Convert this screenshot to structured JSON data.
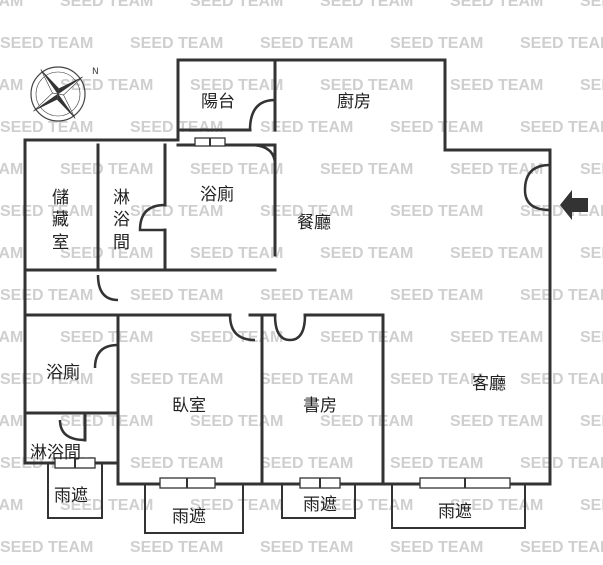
{
  "watermark": "SEED TEAM",
  "compass": {
    "north_label": "N",
    "icon": "compass-rose-icon"
  },
  "entrance": {
    "icon": "entrance-arrow-icon",
    "color": "#333333"
  },
  "rooms": {
    "balcony_top": "陽台",
    "kitchen": "廚房",
    "storage": [
      "儲",
      "藏",
      "室"
    ],
    "shower_top": [
      "淋",
      "浴",
      "間"
    ],
    "bathroom_top": "浴廁",
    "dining": "餐廳",
    "bathroom_bottom": "浴廁",
    "shower_bottom": "淋浴間",
    "bedroom": "臥室",
    "study": "書房",
    "living": "客廳",
    "canopy_1": "雨遮",
    "canopy_2": "雨遮",
    "canopy_3": "雨遮",
    "canopy_4": "雨遮"
  }
}
